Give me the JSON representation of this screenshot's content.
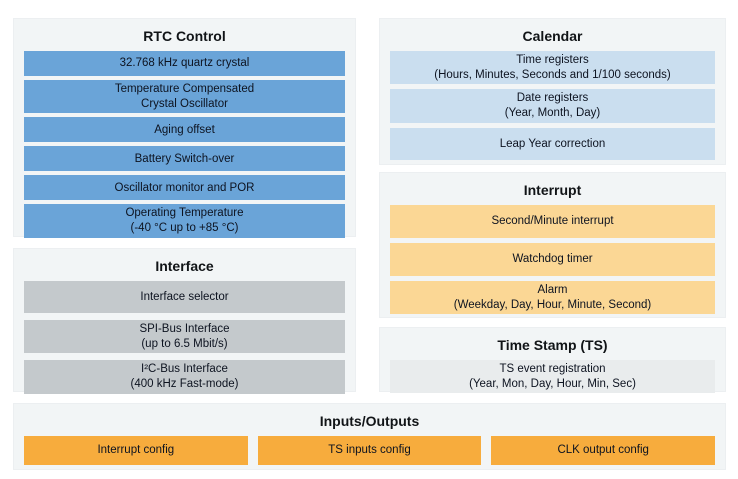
{
  "diagram": {
    "panels": {
      "rtc_control": {
        "title": "RTC Control",
        "boxes": [
          "32.768 kHz quartz crystal",
          "Temperature Compensated\nCrystal Oscillator",
          "Aging offset",
          "Battery Switch-over",
          "Oscillator monitor and POR",
          "Operating Temperature\n(-40 °C up to +85 °C)"
        ]
      },
      "interface": {
        "title": "Interface",
        "boxes": [
          "Interface selector",
          "SPI-Bus Interface\n(up to 6.5 Mbit/s)",
          "I²C-Bus Interface\n(400 kHz Fast-mode)"
        ]
      },
      "calendar": {
        "title": "Calendar",
        "boxes": [
          "Time registers\n(Hours, Minutes, Seconds and 1/100 seconds)",
          "Date registers\n(Year, Month, Day)",
          "Leap Year correction"
        ]
      },
      "interrupt": {
        "title": "Interrupt",
        "boxes": [
          "Second/Minute interrupt",
          "Watchdog timer",
          "Alarm\n(Weekday, Day, Hour, Minute, Second)"
        ]
      },
      "time_stamp": {
        "title": "Time Stamp (TS)",
        "boxes": [
          "TS event registration\n(Year, Mon, Day, Hour, Min, Sec)"
        ]
      },
      "inputs_outputs": {
        "title": "Inputs/Outputs",
        "boxes": [
          "Interrupt config",
          "TS inputs config",
          "CLK output config"
        ]
      }
    },
    "colors": {
      "blue": "#6aa4d8",
      "light_blue": "#cadeef",
      "gray": "#c4c9cc",
      "light_orange": "#fbd795",
      "orange": "#f7ac3d",
      "panel_bg": "#f2f5f6",
      "ts_box": "#e9eced"
    }
  }
}
